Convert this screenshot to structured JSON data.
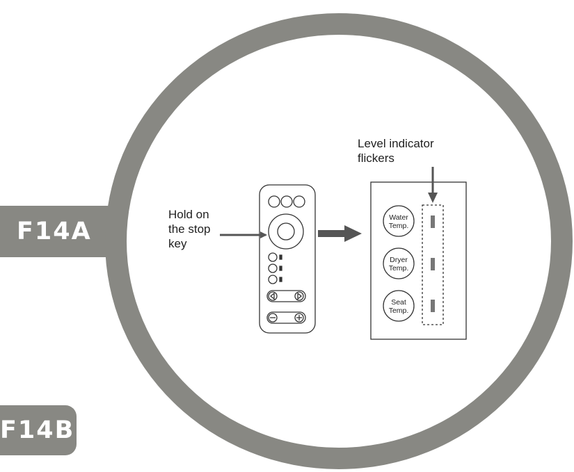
{
  "tabs": {
    "a_label": "F14A",
    "b_label": "F14B"
  },
  "labels": {
    "hold_stop": "Hold on\nthe stop\nkey",
    "level_indicator": "Level indicator\nflickers"
  },
  "panel_buttons": [
    {
      "label": "Water\nTemp."
    },
    {
      "label": "Dryer\nTemp."
    },
    {
      "label": "Seat\nTemp."
    }
  ],
  "icons": [
    "left-arrow-icon",
    "right-arrow-icon",
    "minus-icon",
    "plus-icon",
    "arrow-right-icon",
    "arrow-down-icon"
  ],
  "colors": {
    "ring": "#888883",
    "ink": "#555555"
  }
}
